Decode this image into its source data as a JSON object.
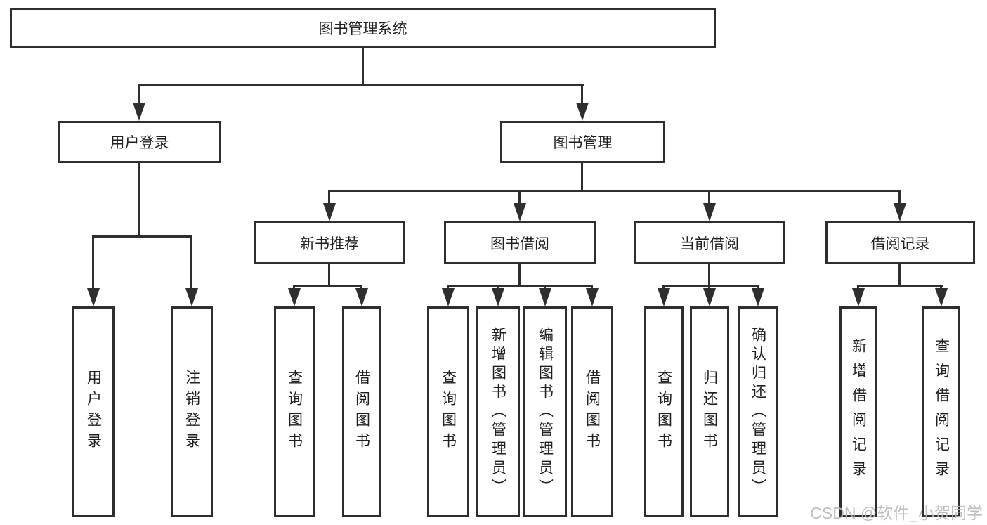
{
  "tree": {
    "label": "图书管理系统",
    "children": [
      {
        "label": "用户登录",
        "children": [
          {
            "label": "用户登录"
          },
          {
            "label": "注销登录"
          }
        ]
      },
      {
        "label": "图书管理",
        "children": [
          {
            "label": "新书推荐",
            "children": [
              {
                "label": "查询图书"
              },
              {
                "label": "借阅图书"
              }
            ]
          },
          {
            "label": "图书借阅",
            "children": [
              {
                "label": "查询图书"
              },
              {
                "label": "新增图书（管理员）"
              },
              {
                "label": "编辑图书（管理员）"
              },
              {
                "label": "借阅图书"
              }
            ]
          },
          {
            "label": "当前借阅",
            "children": [
              {
                "label": "查询图书"
              },
              {
                "label": "归还图书"
              },
              {
                "label": "确认归还（管理员）"
              }
            ]
          },
          {
            "label": "借阅记录",
            "children": [
              {
                "label": "新增借阅记录"
              },
              {
                "label": "查询借阅记录"
              }
            ]
          }
        ]
      }
    ]
  },
  "watermark": {
    "text": "CSDN @软件_小贺同学",
    "color": "#b9b9b9"
  },
  "colors": {
    "line": "#2e2e2e",
    "text": "#1f1f1f",
    "background": "#ffffff"
  }
}
